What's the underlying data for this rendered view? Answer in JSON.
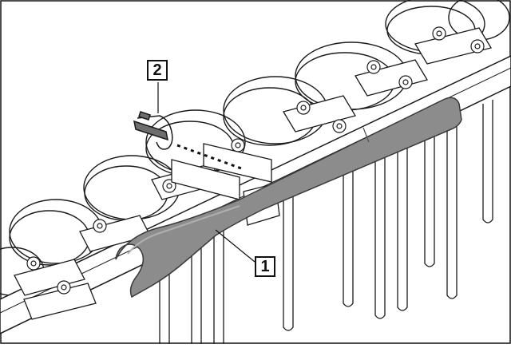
{
  "callouts": [
    {
      "id": "1",
      "label": "1",
      "refers_to": "wrench"
    },
    {
      "id": "2",
      "label": "2",
      "refers_to": "pin-clip"
    }
  ],
  "colors": {
    "line": "#1a1a1a",
    "wrench": "#8c8c8c",
    "wrench_edge": "#555555",
    "clip": "#6e6e6e",
    "background": "#ffffff"
  }
}
